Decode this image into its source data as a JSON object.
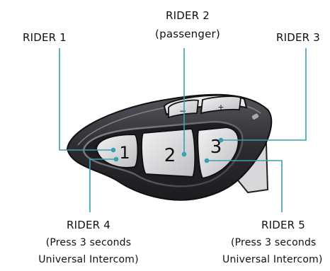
{
  "labels": {
    "rider1": "RIDER 1",
    "rider2_line1": "RIDER 2",
    "rider2_line2": "(passenger)",
    "rider3": "RIDER 3",
    "rider4_line1": "RIDER 4",
    "rider4_line2": "(Press 3 seconds",
    "rider4_line3": "Universal Intercom)",
    "rider5_line1": "RIDER 5",
    "rider5_line2": "(Press 3 seconds",
    "rider5_line3": "Universal Intercom)"
  },
  "device": {
    "button_1": "1",
    "button_2": "2",
    "button_3": "3",
    "minus": "−",
    "plus": "+"
  },
  "colors": {
    "callout_line": "#3aa0b0",
    "device_dark": "#2a2a2e",
    "device_mid": "#4a4a50",
    "button_face": "#d9d9db"
  }
}
